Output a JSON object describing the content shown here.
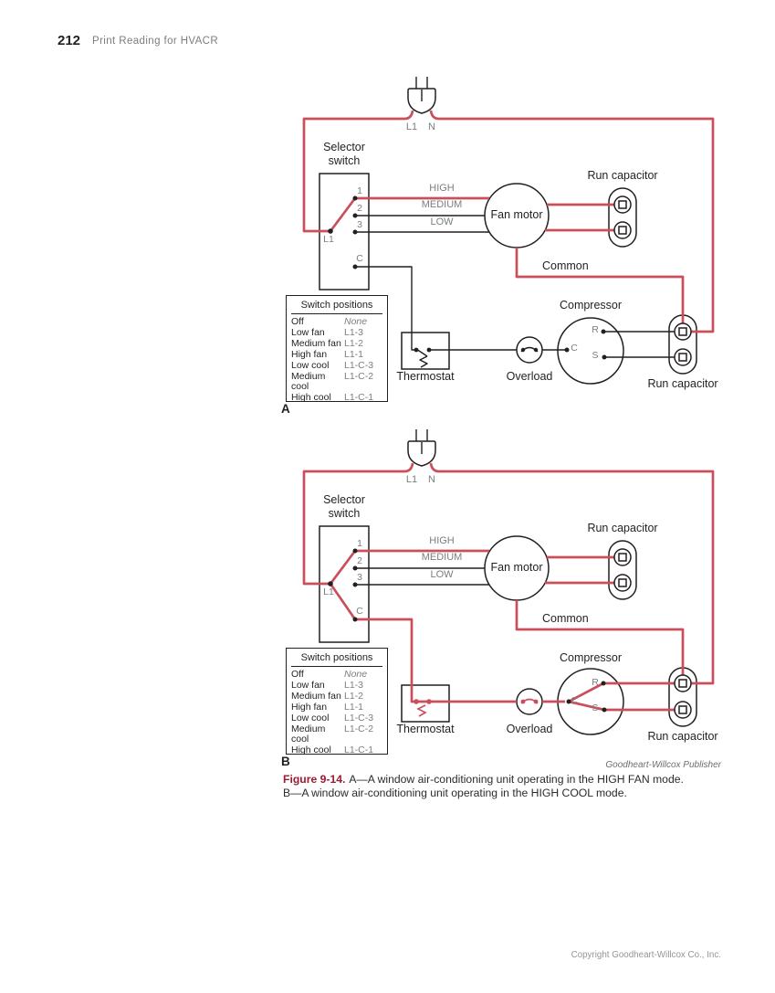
{
  "page": {
    "number": "212",
    "running_head": "Print Reading for HVACR",
    "publisher_credit": "Goodheart-Willcox Publisher",
    "copyright": "Copyright Goodheart-Willcox Co., Inc."
  },
  "colors": {
    "wire-hot": "#ca4f5a",
    "line": "#231f20",
    "gray-label": "#7b7d80",
    "figure-red": "#9e1b32"
  },
  "labels": {
    "plug_l1": "L1",
    "plug_n": "N",
    "selector_line1": "Selector",
    "selector_line2": "switch",
    "terminal_1": "1",
    "terminal_2": "2",
    "terminal_3": "3",
    "terminal_c": "C",
    "terminal_l1": "L1",
    "speed_high": "HIGH",
    "speed_medium": "MEDIUM",
    "speed_low": "LOW",
    "fan_motor": "Fan motor",
    "run_capacitor": "Run capacitor",
    "common": "Common",
    "compressor": "Compressor",
    "compressor_r": "R",
    "compressor_s": "S",
    "compressor_c": "C",
    "overload": "Overload",
    "thermostat": "Thermostat"
  },
  "switch_positions": {
    "title": "Switch positions",
    "rows": [
      {
        "mode": "Off",
        "terminals": "None"
      },
      {
        "mode": "Low fan",
        "terminals": "L1-3"
      },
      {
        "mode": "Medium fan",
        "terminals": "L1-2"
      },
      {
        "mode": "High fan",
        "terminals": "L1-1"
      },
      {
        "mode": "Low cool",
        "terminals": "L1-C-3"
      },
      {
        "mode": "Medium cool",
        "terminals": "L1-C-2"
      },
      {
        "mode": "High cool",
        "terminals": "L1-C-1"
      }
    ]
  },
  "diagram_a": {
    "panel_label": "A"
  },
  "diagram_b": {
    "panel_label": "B"
  },
  "caption": {
    "figure_label": "Figure 9-14.",
    "line1": "A—A window air-conditioning unit operating in the HIGH FAN mode.",
    "line2": "B—A window air-conditioning unit operating in the HIGH COOL mode."
  }
}
